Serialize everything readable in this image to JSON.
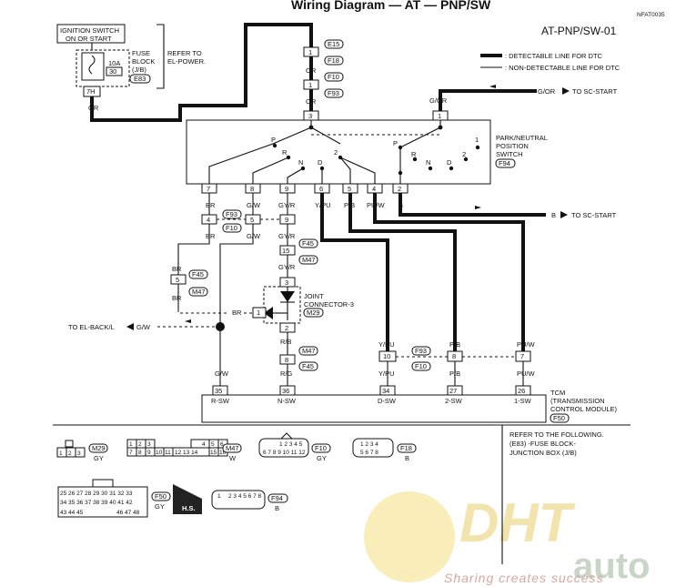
{
  "header": {
    "title": "Wiring Diagram — AT — PNP/SW",
    "code": "AT-PNP/SW-01",
    "ref": "NFAT0035"
  },
  "legend": {
    "detectable": ": DETECTABLE LINE FOR DTC",
    "nondetectable": ": NON-DETECTABLE LINE FOR DTC"
  },
  "power": {
    "ignition": [
      "IGNITION SWITCH",
      "ON OR START"
    ],
    "fuse_label": [
      "FUSE",
      "BLOCK",
      "(J/B)"
    ],
    "fuse_amp": "10A",
    "fuse_num": "30",
    "fuse_conn": "E83",
    "refer": [
      "REFER TO",
      "EL-POWER."
    ],
    "term": "7H",
    "wire": "OR"
  },
  "connectors": {
    "e15": "E15",
    "f18": "F18",
    "f10": "F10",
    "f93": "F93",
    "f94": "F94",
    "f45": "F45",
    "m47": "M47",
    "m29": "M29",
    "f50": "F50"
  },
  "pins": {
    "p1a": "1",
    "p1b": "1",
    "p3": "3",
    "p1c": "1",
    "sw7": "7",
    "sw8": "8",
    "sw9": "9",
    "sw6": "6",
    "sw5": "5",
    "sw4": "4",
    "sw2": "2",
    "f93_4": "4",
    "f93_5": "5",
    "f93_9": "9",
    "f45_15": "15",
    "f45_5": "5",
    "jc3": "3",
    "jc1": "1",
    "jc2": "2",
    "m47_8": "8",
    "f93_10": "10",
    "f93_8": "8",
    "f93_7": "7",
    "tcm35": "35",
    "tcm36": "36",
    "tcm34": "34",
    "tcm27": "27",
    "tcm26": "26"
  },
  "wires": {
    "or": "OR",
    "gor": "G/OR",
    "br": "BR",
    "gw": "G/W",
    "gyr": "GY/R",
    "ypu": "Y/PU",
    "pb": "P/B",
    "puw": "PU/W",
    "b": "B",
    "rb": "R/B",
    "rg": "R/G"
  },
  "pnp": {
    "label": [
      "PARK/NEUTRAL",
      "POSITION",
      "SWITCH"
    ],
    "pos_left": [
      "P",
      "R",
      "N",
      "D",
      "2"
    ],
    "pos_right": [
      "P",
      "R",
      "N",
      "D",
      "2",
      "1"
    ]
  },
  "arrows": {
    "gor_to": "G/OR",
    "sc_start_top": "TO SC-START",
    "b_to": "B",
    "sc_start_b": "TO SC-START",
    "el_back": "TO EL-BACK/L",
    "el_back_wire": "G/W"
  },
  "joint": [
    "JOINT",
    "CONNECTOR-3"
  ],
  "tcm": {
    "label": [
      "TCM",
      "(TRANSMISSION",
      "CONTROL MODULE)"
    ],
    "terms": [
      "R-SW",
      "N-SW",
      "D-SW",
      "2-SW",
      "1-SW"
    ]
  },
  "footer": {
    "m29": "M29",
    "gy1": "GY",
    "m47": "M47",
    "w": "W",
    "f10": "F10",
    "gy2": "GY",
    "f18": "F18",
    "b1": "B",
    "f50": "F50",
    "gy3": "GY",
    "hs": "H.S.",
    "f94": "F94",
    "b2": "B",
    "refer": [
      "REFER TO THE FOLLOWING.",
      "(E83) -FUSE BLOCK-",
      "JUNCTION BOX (J/B)"
    ]
  },
  "watermark": {
    "brand1": "DHT",
    "brand2": "auto",
    "tagline": "Sharing creates success"
  }
}
